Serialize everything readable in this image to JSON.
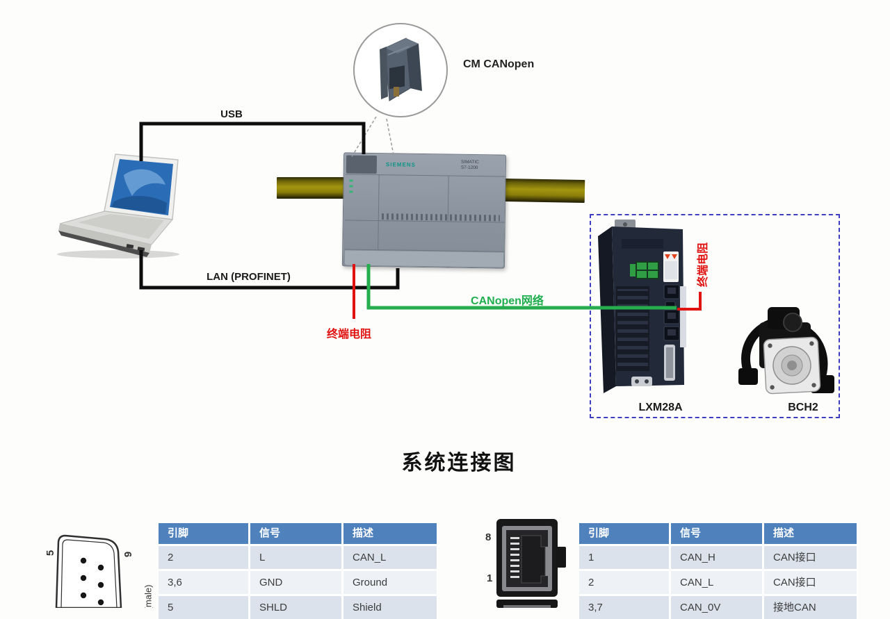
{
  "top": {
    "cm_label": "CM CANopen",
    "usb_label": "USB",
    "lan_label": "LAN (PROFINET)",
    "canopen_label": "CANopen网络",
    "term_left": "终端电阻",
    "term_right": "终端电阻",
    "drive_label": "LXM28A",
    "motor_label": "BCH2",
    "plc_brand": "SIEMENS",
    "plc_model_line1": "SIMATIC",
    "plc_model_line2": "S7-1200"
  },
  "title": "系统连接图",
  "dsub": {
    "pin_top_left": "5",
    "pin_top_right": "9",
    "gender_note": "(male)"
  },
  "rj45": {
    "pin_top": "8",
    "pin_bottom": "1"
  },
  "tables": {
    "dsub_pinout": {
      "headers": [
        "引脚",
        "信号",
        "描述"
      ],
      "rows": [
        [
          "2",
          "L",
          "CAN_L"
        ],
        [
          "3,6",
          "GND",
          "Ground"
        ],
        [
          "5",
          "SHLD",
          "Shield"
        ]
      ]
    },
    "rj45_pinout": {
      "headers": [
        "引脚",
        "信号",
        "描述"
      ],
      "rows": [
        [
          "1",
          "CAN_H",
          "CAN接口"
        ],
        [
          "2",
          "CAN_L",
          "CAN接口"
        ],
        [
          "3,7",
          "CAN_0V",
          "接地CAN"
        ]
      ]
    }
  },
  "colors": {
    "table_header": "#4f81bd",
    "row_odd": "#dbe2ec",
    "row_even": "#eef1f6",
    "canopen_green": "#25ad4e",
    "terminator_red": "#e01310",
    "dashed_box_blue": "#3d3dc2",
    "line_black": "#0d0d0d"
  }
}
